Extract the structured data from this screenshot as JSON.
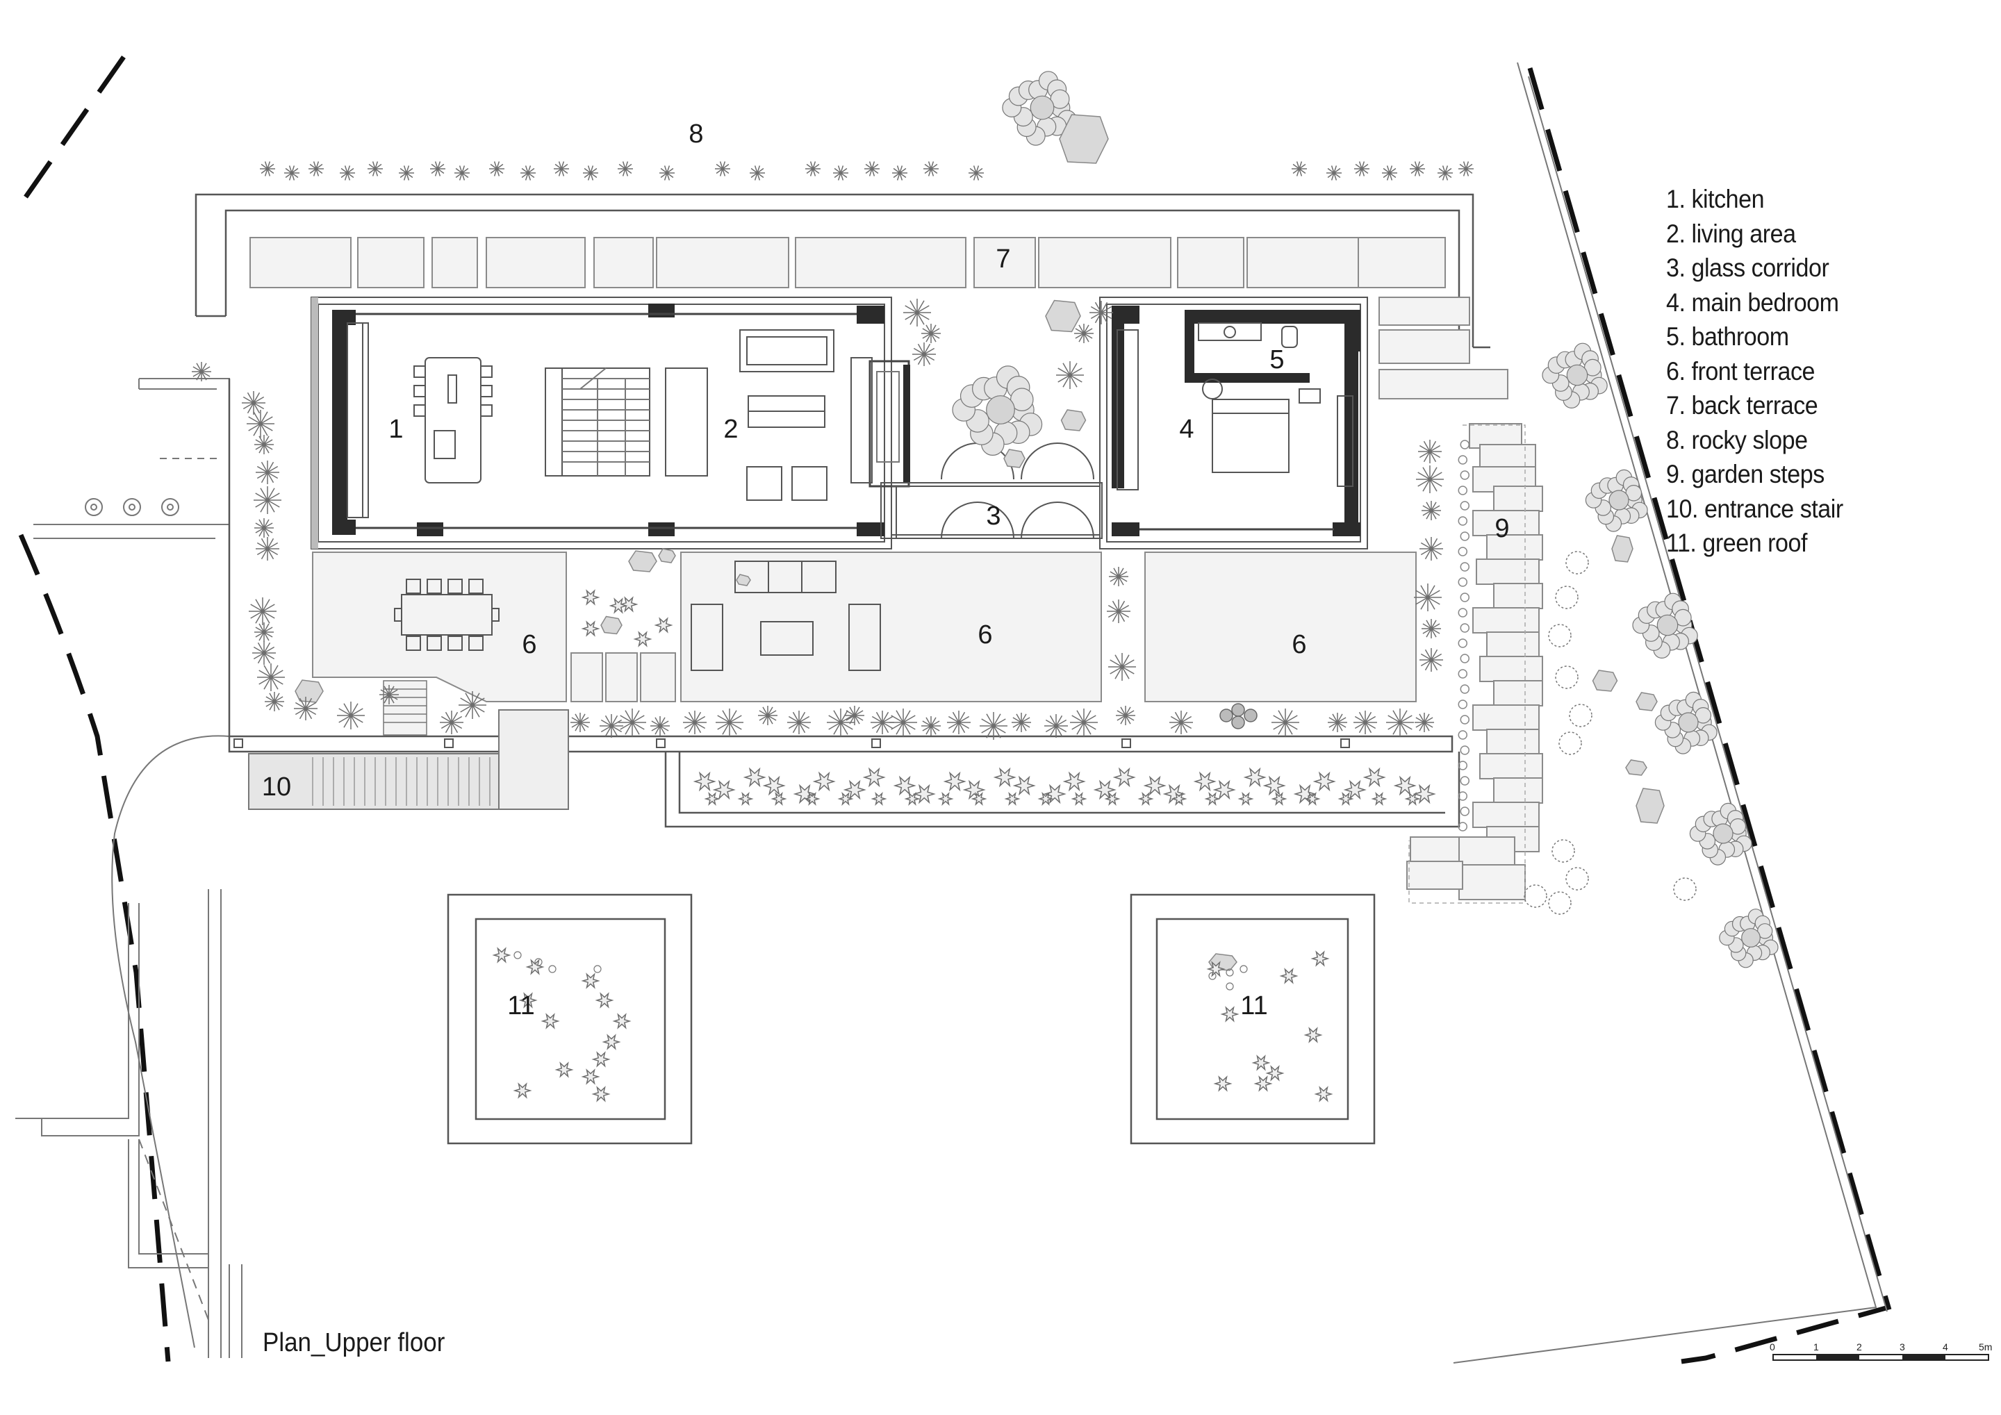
{
  "drawing": {
    "title": "Plan_Upper floor"
  },
  "legend": [
    "1. kitchen",
    "2. living area",
    "3. glass corridor",
    "4. main bedroom",
    "5. bathroom",
    "6. front terrace",
    "7. back terrace",
    "8. rocky slope",
    "9. garden steps",
    "10. entrance stair",
    "11. green roof"
  ],
  "room_numbers": {
    "kitchen": "1",
    "living_area": "2",
    "glass_corridor": "3",
    "main_bedroom": "4",
    "bathroom": "5",
    "front_terrace_left": "6",
    "front_terrace_center": "6",
    "front_terrace_right": "6",
    "back_terrace": "7",
    "rocky_slope": "8",
    "garden_steps": "9",
    "entrance_stair": "10",
    "green_roof_left": "11",
    "green_roof_right": "11"
  },
  "scale_bar": {
    "ticks": [
      "0",
      "1",
      "2",
      "3",
      "4",
      "5m"
    ]
  },
  "colors": {
    "ink": "#1a1a1a",
    "wall": "#2b2b2b",
    "paving": "#f3f3f3",
    "paving_edge": "#8a8a8a",
    "planting": "#6e6e6e",
    "stone": "#d9d9d9"
  }
}
